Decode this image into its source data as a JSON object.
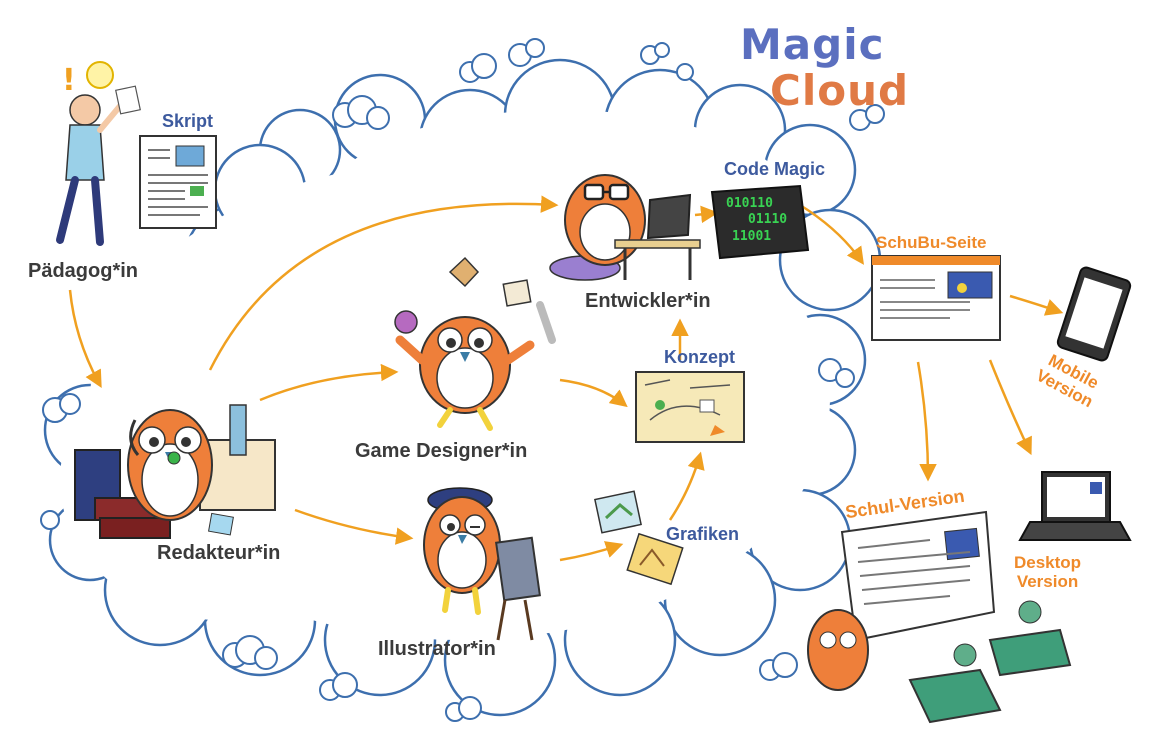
{
  "title": {
    "line1": "Magic",
    "line2": "Cloud"
  },
  "roles": {
    "paedagoge": "Pädagog*in",
    "redakteur": "Redakteur*in",
    "game_designer": "Game Designer*in",
    "illustrator": "Illustrator*in",
    "entwickler": "Entwickler*in"
  },
  "artifacts": {
    "skript": "Skript",
    "konzept": "Konzept",
    "grafiken": "Grafiken",
    "code_magic": "Code Magic",
    "code_lines": [
      "010110",
      "01110",
      "11001"
    ]
  },
  "outputs": {
    "schubu_seite": "SchuBu-Seite",
    "schul_version": "Schul-Version",
    "mobile_version": [
      "Mobile",
      "Version"
    ],
    "desktop_version": [
      "Desktop",
      "Version"
    ]
  },
  "colors": {
    "arrow": "#f0a020",
    "blue_label": "#3d5a9e",
    "orange_label": "#ef8a2a",
    "owl": "#ee7f3a",
    "cloud_stroke": "#3d6fae"
  }
}
